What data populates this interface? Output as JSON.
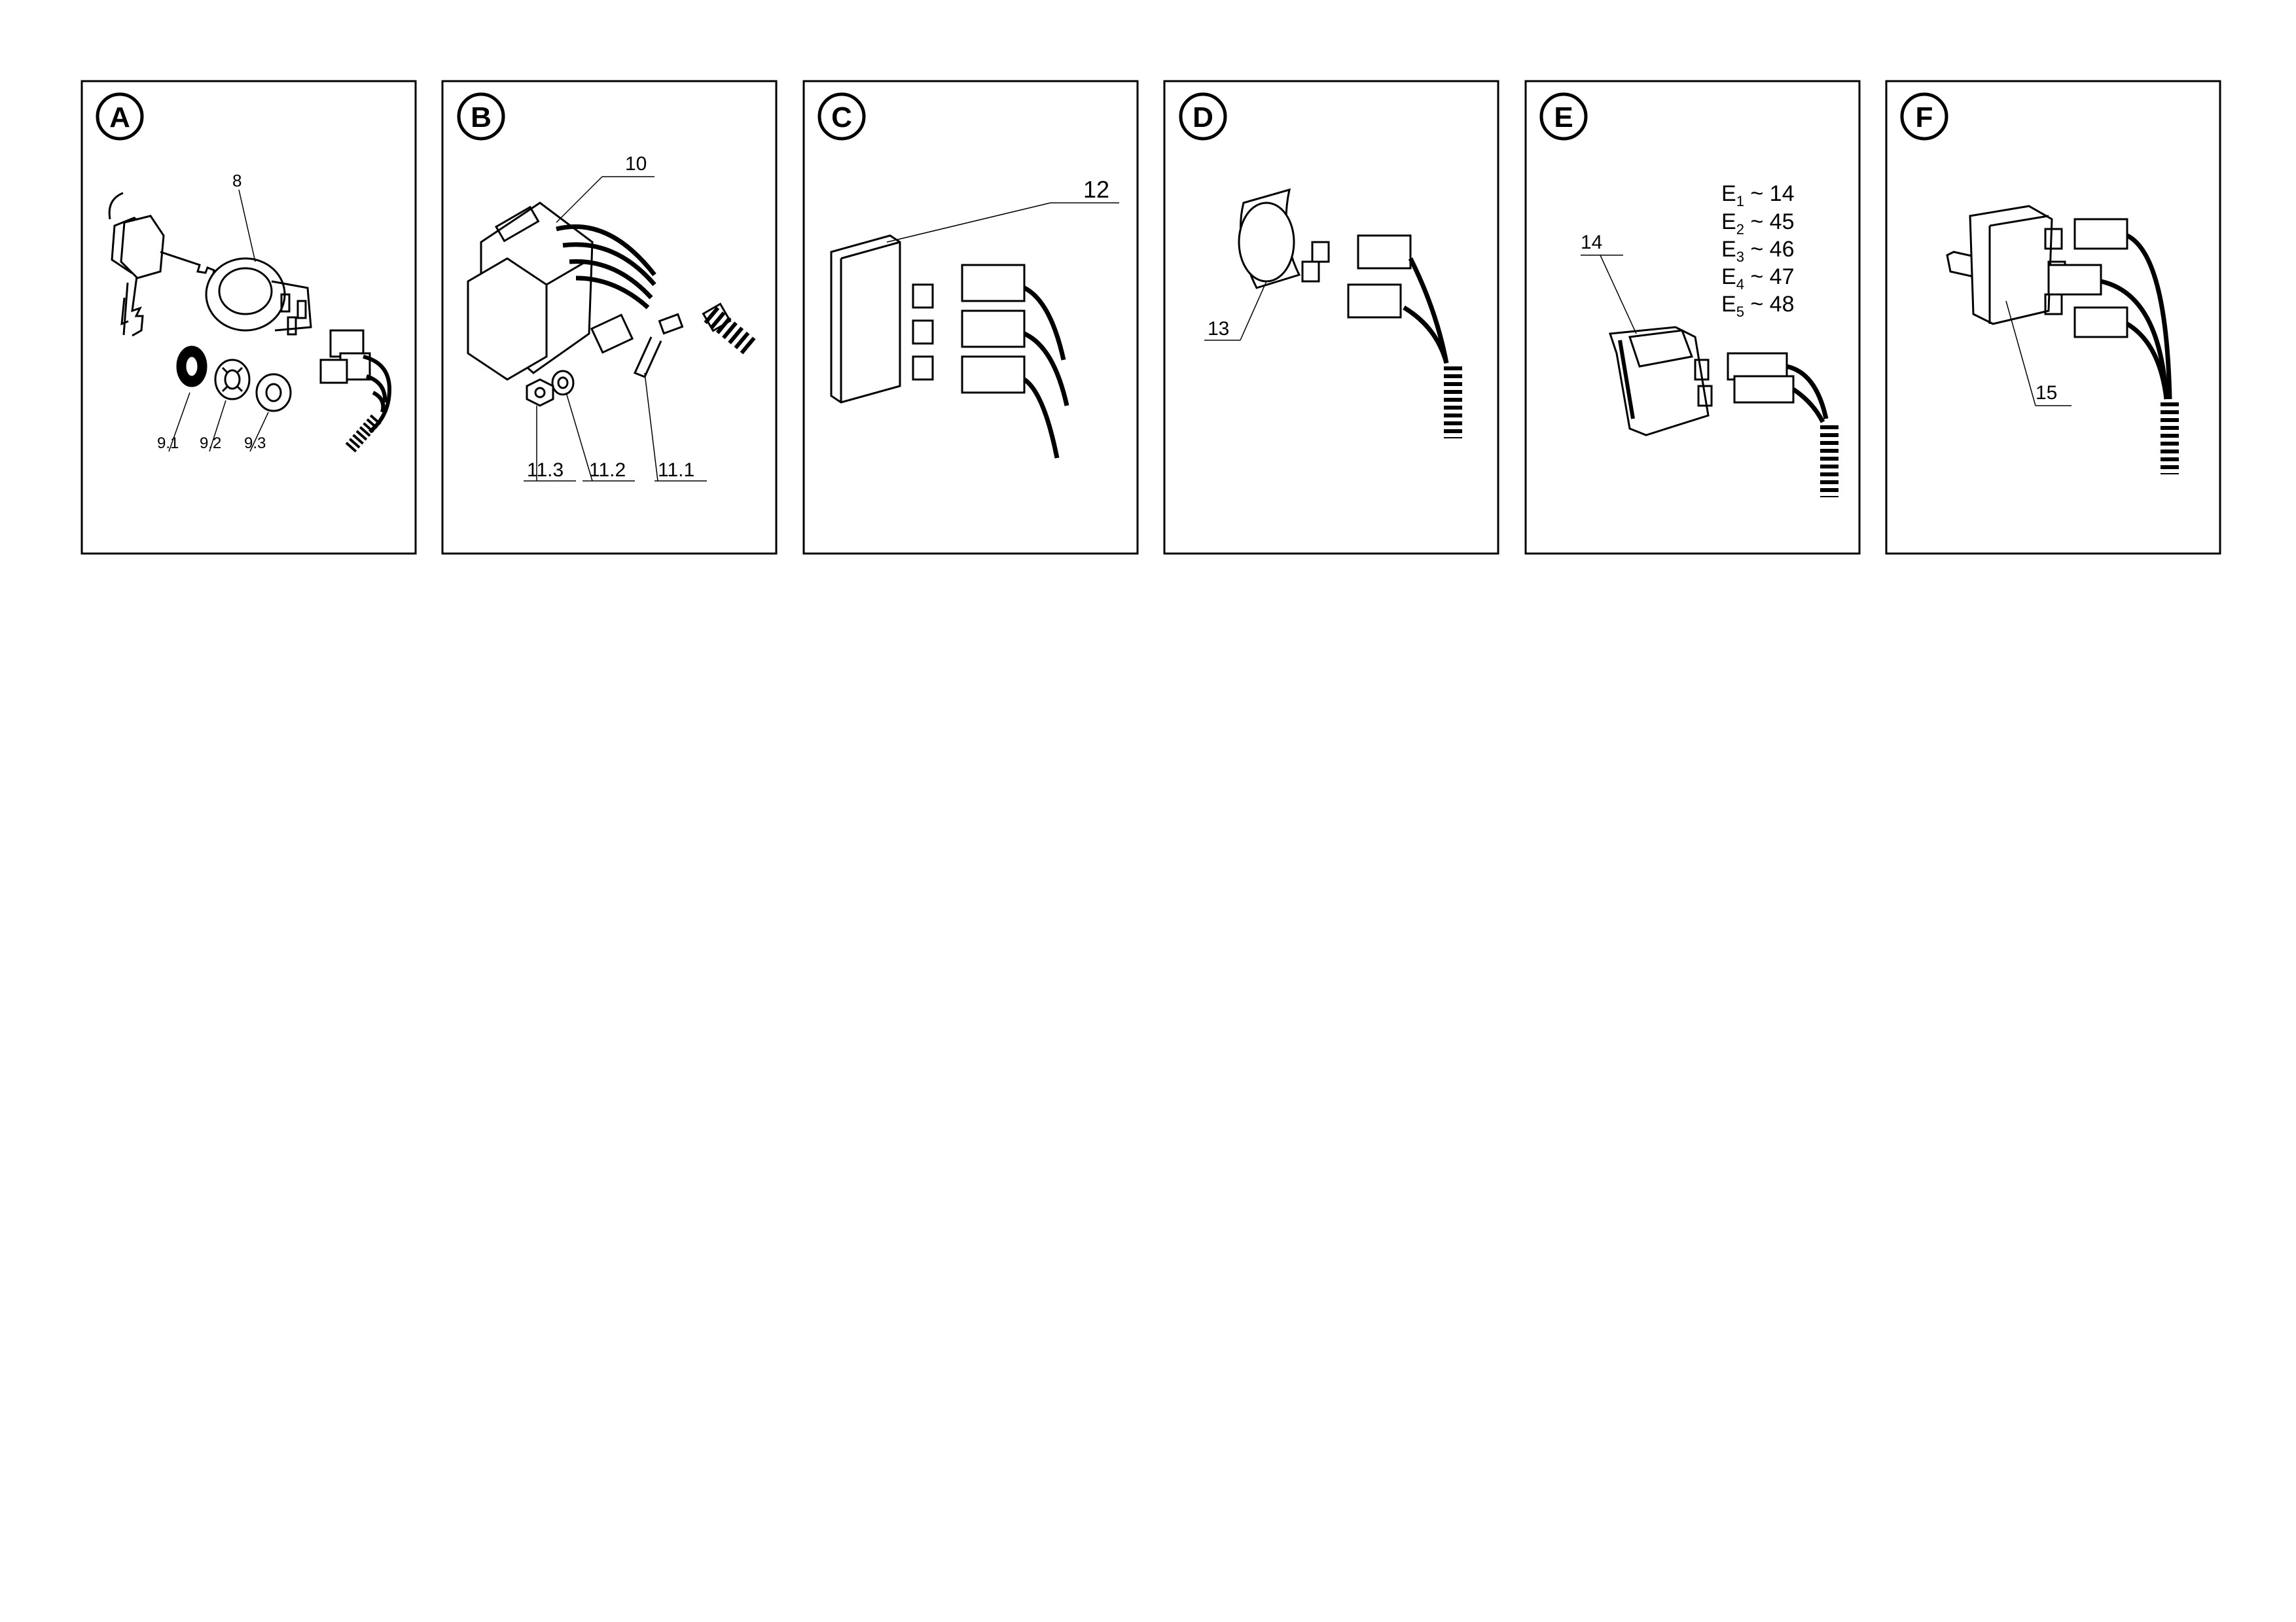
{
  "panels": [
    {
      "letter": "A",
      "labels": {
        "key_switch": "8",
        "washer_black": "9.1",
        "washer_star": "9.2",
        "washer_flat": "9.3"
      }
    },
    {
      "letter": "B",
      "labels": {
        "regulator": "10",
        "bolt": "11.1",
        "washer": "11.2",
        "nut": "11.3"
      }
    },
    {
      "letter": "C",
      "labels": {
        "connector_block": "12"
      }
    },
    {
      "letter": "D",
      "labels": {
        "buzzer": "13"
      }
    },
    {
      "letter": "E",
      "labels": {
        "switch": "14"
      },
      "legend": [
        {
          "sub": "1",
          "text": " ~ 14"
        },
        {
          "sub": "2",
          "text": " ~ 45"
        },
        {
          "sub": "3",
          "text": " ~ 46"
        },
        {
          "sub": "4",
          "text": " ~ 47"
        },
        {
          "sub": "5",
          "text": " ~ 48"
        }
      ]
    },
    {
      "letter": "F",
      "labels": {
        "toggle_switch": "15"
      }
    }
  ]
}
